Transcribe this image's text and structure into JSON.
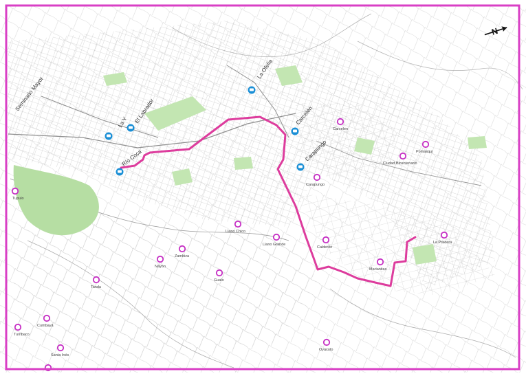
{
  "map": {
    "frame_color": "#d93fc5",
    "route_color": "#dd3c9d",
    "marker_color": "#c62fc4",
    "green_color": "#aedc9a",
    "station_color": "#1a8fd6",
    "street_labels": [
      {
        "text": "Seminario Mayor"
      },
      {
        "text": "La Y"
      },
      {
        "text": "El Labrador"
      },
      {
        "text": "La Ofelia"
      },
      {
        "text": "Río Coca"
      },
      {
        "text": "Carcelén"
      },
      {
        "text": "Carapungo"
      }
    ],
    "places": [
      {
        "name": "Carcelen"
      },
      {
        "name": "Pomasqui"
      },
      {
        "name": "Ciudad Bicentenario"
      },
      {
        "name": "Carapungo"
      },
      {
        "name": "Llano Chico"
      },
      {
        "name": "Llano Grande"
      },
      {
        "name": "Calderón"
      },
      {
        "name": "La Pradera"
      },
      {
        "name": "Marianitas"
      },
      {
        "name": "Zambiza"
      },
      {
        "name": "Nayón"
      },
      {
        "name": "Tanda"
      },
      {
        "name": "Gualo"
      },
      {
        "name": "Cumbayá"
      },
      {
        "name": "Tumbaco"
      },
      {
        "name": "Santa Inés"
      },
      {
        "name": "Oyacoto"
      },
      {
        "name": "Tupulo"
      },
      {
        "name": ""
      }
    ],
    "north_arrow": {
      "letter": "N"
    }
  }
}
